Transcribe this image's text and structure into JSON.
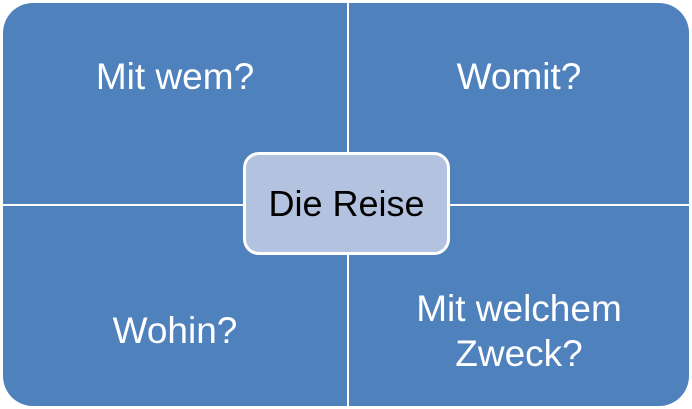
{
  "diagram": {
    "center": {
      "label": "Die Reise"
    },
    "quadrants": {
      "top_left": {
        "label": "Mit wem?"
      },
      "top_right": {
        "label": "Womit?"
      },
      "bottom_left": {
        "label": "Wohin?"
      },
      "bottom_right": {
        "label": "Mit welchem Zweck?"
      }
    },
    "colors": {
      "quadrant_fill": "#4f81bd",
      "center_fill": "#b3c2de",
      "divider": "#ffffff",
      "quadrant_text": "#ffffff",
      "center_text": "#000000"
    }
  }
}
